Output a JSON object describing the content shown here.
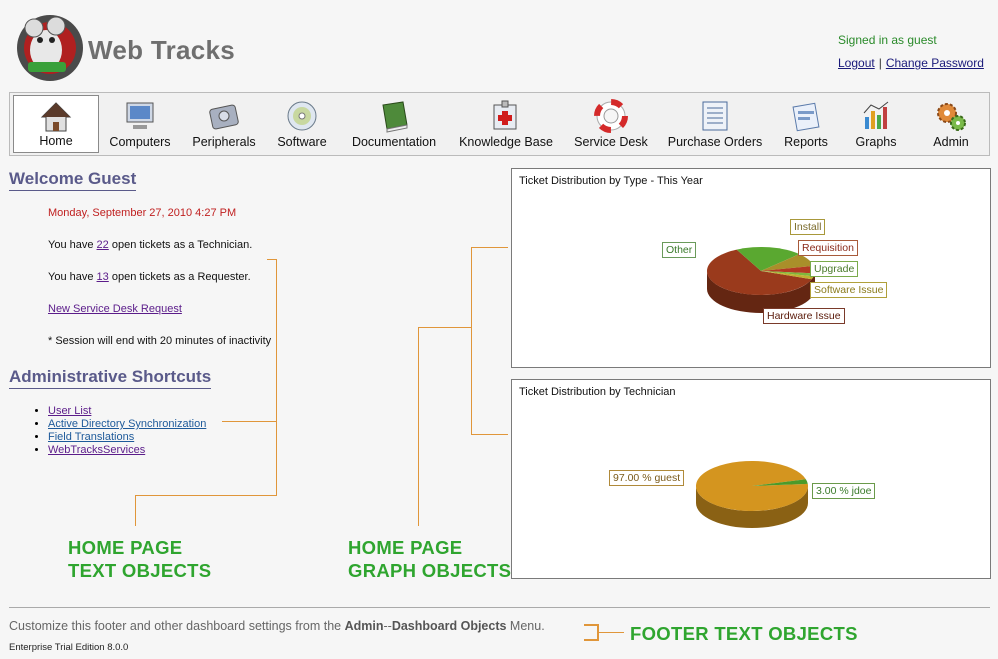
{
  "header": {
    "title": "Web Tracks",
    "signed_in": "Signed in as guest",
    "logout": "Logout",
    "separator": "|",
    "change_password": "Change Password"
  },
  "nav": [
    {
      "label": "Home",
      "icon": "home-icon",
      "active": true
    },
    {
      "label": "Computers",
      "icon": "computer-icon"
    },
    {
      "label": "Peripherals",
      "icon": "hard-drive-icon"
    },
    {
      "label": "Software",
      "icon": "cd-icon"
    },
    {
      "label": "Documentation",
      "icon": "book-icon"
    },
    {
      "label": "Knowledge Base",
      "icon": "first-aid-icon"
    },
    {
      "label": "Service Desk",
      "icon": "lifebuoy-icon"
    },
    {
      "label": "Purchase Orders",
      "icon": "document-icon"
    },
    {
      "label": "Reports",
      "icon": "report-icon"
    },
    {
      "label": "Graphs",
      "icon": "bar-chart-icon"
    },
    {
      "label": "Admin",
      "icon": "gears-icon"
    }
  ],
  "welcome": {
    "heading": "Welcome Guest",
    "date": "Monday, September 27, 2010 4:27 PM",
    "tech_prefix": "You have ",
    "tech_count": "22",
    "tech_suffix": " open tickets as a Technician.",
    "req_prefix": "You have ",
    "req_count": "13",
    "req_suffix": " open tickets as a Requester.",
    "new_request": "New Service Desk Request",
    "session_note": "* Session will end with 20 minutes of inactivity"
  },
  "admin": {
    "heading": "Administrative Shortcuts",
    "links": [
      "User List",
      "Active Directory Synchronization",
      "Field Translations",
      "WebTracksServices"
    ]
  },
  "annotations": {
    "text_objects_1": "HOME PAGE",
    "text_objects_2": "TEXT OBJECTS",
    "graph_objects_1": "HOME PAGE",
    "graph_objects_2": "GRAPH OBJECTS",
    "footer_objects": "FOOTER TEXT OBJECTS"
  },
  "charts": {
    "type_title": "Ticket Distribution by Type - This Year",
    "tech_title": "Ticket Distribution by Technician"
  },
  "chart_data": [
    {
      "type": "pie",
      "title": "Ticket Distribution by Type - This Year",
      "categories": [
        "Hardware Issue",
        "Other",
        "Install",
        "Requisition",
        "Upgrade",
        "Software Issue"
      ],
      "values": [
        62,
        20,
        9,
        5,
        2,
        2
      ],
      "colors": [
        "#9a3a1c",
        "#5aa830",
        "#a98f2a",
        "#b33a22",
        "#7fb63c",
        "#c0b030"
      ]
    },
    {
      "type": "pie",
      "title": "Ticket Distribution by Technician",
      "categories": [
        "97.00 % guest",
        "3.00 % jdoe"
      ],
      "values": [
        97,
        3
      ],
      "colors": [
        "#d4951f",
        "#4b9a2a"
      ]
    }
  ],
  "footer": {
    "prefix": "Customize this footer and other dashboard settings from the ",
    "admin": "Admin",
    "dashes": "--",
    "dashboard": "Dashboard Objects",
    "suffix": " Menu.",
    "edition": "Enterprise Trial Edition 8.0.0"
  }
}
